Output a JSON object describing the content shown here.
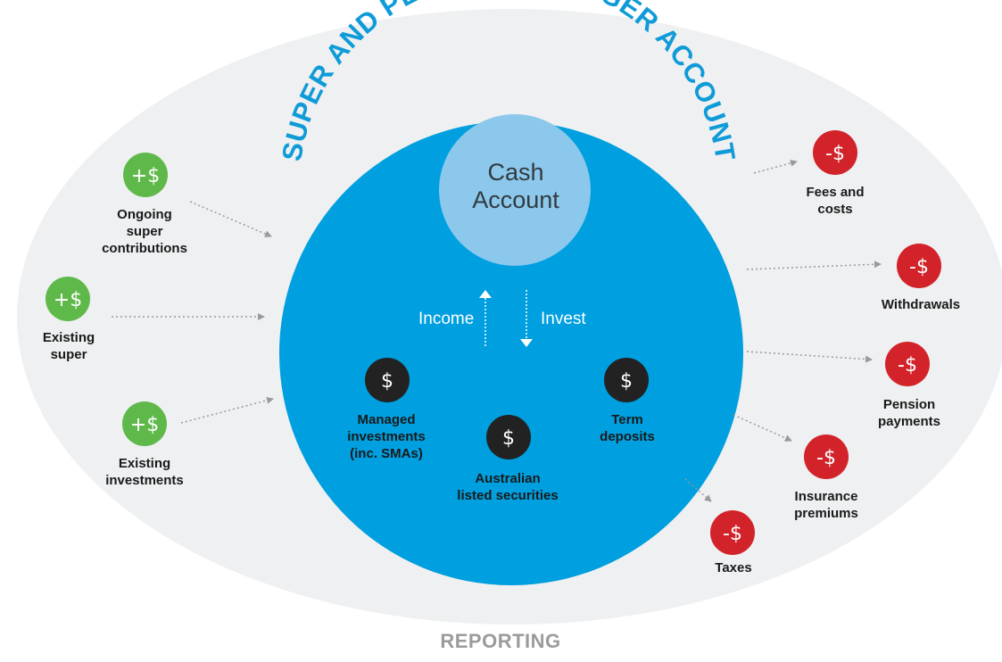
{
  "title": "SUPER AND PENSION MANAGER ACCOUNT",
  "footer": "REPORTING",
  "cash_account": "Cash\nAccount",
  "flows": {
    "income": "Income",
    "invest": "Invest"
  },
  "icons": {
    "inflow": "+$",
    "outflow": "-$",
    "asset": "$"
  },
  "inflows": [
    {
      "label": "Ongoing\nsuper\ncontributions"
    },
    {
      "label": "Existing\nsuper"
    },
    {
      "label": "Existing\ninvestments"
    }
  ],
  "assets": [
    {
      "label": "Managed\ninvestments\n(inc. SMAs)"
    },
    {
      "label": "Australian\nlisted securities"
    },
    {
      "label": "Term\ndeposits"
    }
  ],
  "outflows": [
    {
      "label": "Fees and\ncosts"
    },
    {
      "label": "Withdrawals"
    },
    {
      "label": "Pension\npayments"
    },
    {
      "label": "Insurance\npremiums"
    },
    {
      "label": "Taxes"
    }
  ],
  "colors": {
    "background_ellipse": "#eff0f1",
    "main_circle": "#009fdf",
    "cash_circle": "#8cc8ec",
    "inflow": "#5fb94a",
    "outflow": "#d2232a",
    "asset": "#222222",
    "arrow": "#9a9a9a",
    "title": "#0e9bd8"
  }
}
